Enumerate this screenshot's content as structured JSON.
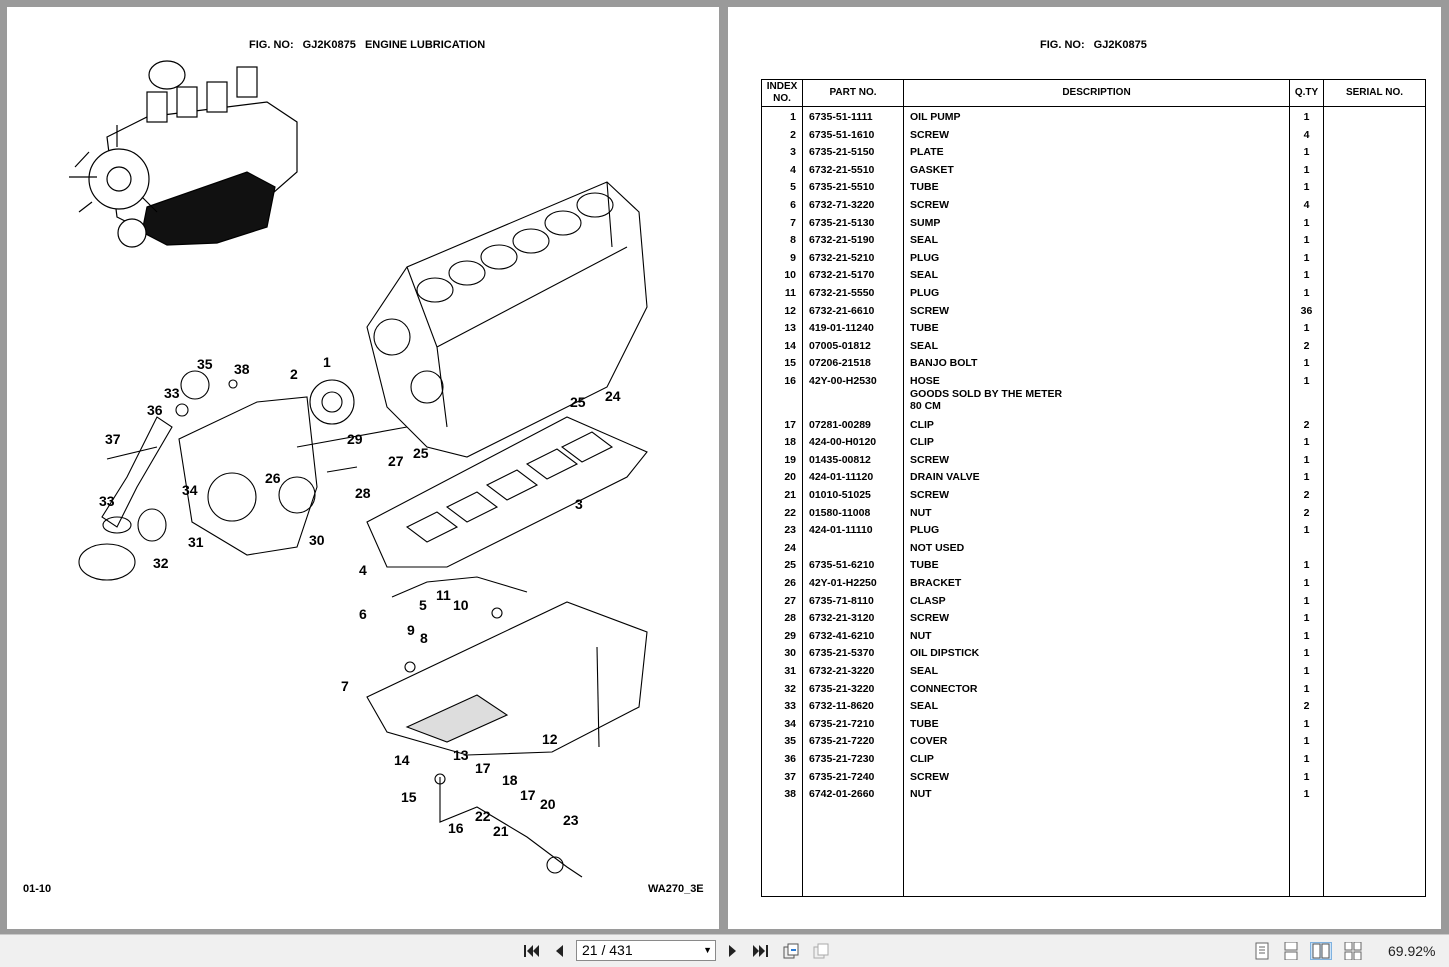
{
  "left_page": {
    "fig_label": "FIG. NO:",
    "fig_no": "GJ2K0875",
    "fig_title": "ENGINE LUBRICATION",
    "page_code": "01-10",
    "model_code": "WA270_3E",
    "callouts": [
      "35",
      "38",
      "2",
      "1",
      "33",
      "36",
      "37",
      "34",
      "26",
      "29",
      "27",
      "25",
      "25",
      "24",
      "28",
      "33",
      "31",
      "32",
      "30",
      "3",
      "4",
      "5",
      "11",
      "10",
      "6",
      "9",
      "8",
      "7",
      "12",
      "14",
      "13",
      "17",
      "18",
      "17",
      "20",
      "15",
      "22",
      "21",
      "16",
      "23"
    ]
  },
  "right_page": {
    "fig_label": "FIG. NO:",
    "fig_no": "GJ2K0875",
    "headers": {
      "index": "INDEX NO.",
      "part": "PART NO.",
      "desc": "DESCRIPTION",
      "qty": "Q.TY",
      "serial": "SERIAL NO."
    },
    "rows": [
      {
        "idx": "1",
        "part": "6735-51-1111",
        "desc": [
          "OIL PUMP"
        ],
        "qty": "1"
      },
      {
        "idx": "2",
        "part": "6735-51-1610",
        "desc": [
          "SCREW"
        ],
        "qty": "4"
      },
      {
        "idx": "3",
        "part": "6735-21-5150",
        "desc": [
          "PLATE"
        ],
        "qty": "1"
      },
      {
        "idx": "4",
        "part": "6732-21-5510",
        "desc": [
          "GASKET"
        ],
        "qty": "1"
      },
      {
        "idx": "5",
        "part": "6735-21-5510",
        "desc": [
          "TUBE"
        ],
        "qty": "1"
      },
      {
        "idx": "6",
        "part": "6732-71-3220",
        "desc": [
          "SCREW"
        ],
        "qty": "4"
      },
      {
        "idx": "7",
        "part": "6735-21-5130",
        "desc": [
          "SUMP"
        ],
        "qty": "1"
      },
      {
        "idx": "8",
        "part": "6732-21-5190",
        "desc": [
          "SEAL"
        ],
        "qty": "1"
      },
      {
        "idx": "9",
        "part": "6732-21-5210",
        "desc": [
          "PLUG"
        ],
        "qty": "1"
      },
      {
        "idx": "10",
        "part": "6732-21-5170",
        "desc": [
          "SEAL"
        ],
        "qty": "1"
      },
      {
        "idx": "11",
        "part": "6732-21-5550",
        "desc": [
          "PLUG"
        ],
        "qty": "1"
      },
      {
        "idx": "12",
        "part": "6732-21-6610",
        "desc": [
          "SCREW"
        ],
        "qty": "36"
      },
      {
        "idx": "13",
        "part": "419-01-11240",
        "desc": [
          "TUBE"
        ],
        "qty": "1"
      },
      {
        "idx": "14",
        "part": "07005-01812",
        "desc": [
          "SEAL"
        ],
        "qty": "2"
      },
      {
        "idx": "15",
        "part": "07206-21518",
        "desc": [
          "BANJO BOLT"
        ],
        "qty": "1"
      },
      {
        "idx": "16",
        "part": "42Y-00-H2530",
        "desc": [
          "HOSE",
          "GOODS SOLD BY THE METER",
          "80 CM"
        ],
        "qty": "1"
      },
      {
        "idx": "17",
        "part": "07281-00289",
        "desc": [
          "CLIP"
        ],
        "qty": "2"
      },
      {
        "idx": "18",
        "part": "424-00-H0120",
        "desc": [
          "CLIP"
        ],
        "qty": "1"
      },
      {
        "idx": "19",
        "part": "01435-00812",
        "desc": [
          "SCREW"
        ],
        "qty": "1"
      },
      {
        "idx": "20",
        "part": "424-01-11120",
        "desc": [
          "DRAIN VALVE"
        ],
        "qty": "1"
      },
      {
        "idx": "21",
        "part": "01010-51025",
        "desc": [
          "SCREW"
        ],
        "qty": "2"
      },
      {
        "idx": "22",
        "part": "01580-11008",
        "desc": [
          "NUT"
        ],
        "qty": "2"
      },
      {
        "idx": "23",
        "part": "424-01-11110",
        "desc": [
          "PLUG"
        ],
        "qty": "1"
      },
      {
        "idx": "24",
        "part": "",
        "desc": [
          "NOT USED"
        ],
        "qty": ""
      },
      {
        "idx": "25",
        "part": "6735-51-6210",
        "desc": [
          "TUBE"
        ],
        "qty": "1"
      },
      {
        "idx": "26",
        "part": "42Y-01-H2250",
        "desc": [
          "BRACKET"
        ],
        "qty": "1"
      },
      {
        "idx": "27",
        "part": "6735-71-8110",
        "desc": [
          "CLASP"
        ],
        "qty": "1"
      },
      {
        "idx": "28",
        "part": "6732-21-3120",
        "desc": [
          "SCREW"
        ],
        "qty": "1"
      },
      {
        "idx": "29",
        "part": "6732-41-6210",
        "desc": [
          "NUT"
        ],
        "qty": "1"
      },
      {
        "idx": "30",
        "part": "6735-21-5370",
        "desc": [
          "OIL DIPSTICK"
        ],
        "qty": "1"
      },
      {
        "idx": "31",
        "part": "6732-21-3220",
        "desc": [
          "SEAL"
        ],
        "qty": "1"
      },
      {
        "idx": "32",
        "part": "6735-21-3220",
        "desc": [
          "CONNECTOR"
        ],
        "qty": "1"
      },
      {
        "idx": "33",
        "part": "6732-11-8620",
        "desc": [
          "SEAL"
        ],
        "qty": "2"
      },
      {
        "idx": "34",
        "part": "6735-21-7210",
        "desc": [
          "TUBE"
        ],
        "qty": "1"
      },
      {
        "idx": "35",
        "part": "6735-21-7220",
        "desc": [
          "COVER"
        ],
        "qty": "1"
      },
      {
        "idx": "36",
        "part": "6735-21-7230",
        "desc": [
          "CLIP"
        ],
        "qty": "1"
      },
      {
        "idx": "37",
        "part": "6735-21-7240",
        "desc": [
          "SCREW"
        ],
        "qty": "1"
      },
      {
        "idx": "38",
        "part": "6742-01-2660",
        "desc": [
          "NUT"
        ],
        "qty": "1"
      }
    ]
  },
  "toolbar": {
    "page_value": "21 / 431",
    "zoom": "69.92%",
    "icons": [
      "first-page-icon",
      "prev-page-icon",
      "next-page-icon",
      "last-page-icon",
      "rotate-icon",
      "fit-icon",
      "single-page-icon",
      "continuous-icon",
      "two-page-icon",
      "two-page-continuous-icon"
    ]
  }
}
